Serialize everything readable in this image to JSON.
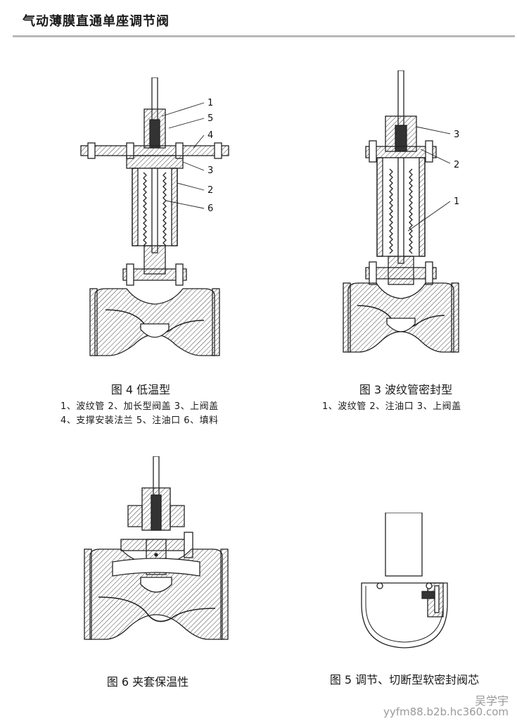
{
  "header": {
    "title": "气动薄膜直通单座调节阀"
  },
  "figures": {
    "fig4": {
      "caption": "图 4 低温型",
      "legend_line1": "1、波纹管 2、加长型阀盖 3、上阀盖",
      "legend_line2": "4、支撑安装法兰 5、注油口 6、填料",
      "callouts": [
        "6",
        "5",
        "4",
        "3",
        "2",
        "1"
      ]
    },
    "fig3": {
      "caption": "图 3 波纹管密封型",
      "legend_line1": "1、波纹管 2、注油口 3、上阀盖",
      "callouts": [
        "3",
        "2",
        "1"
      ]
    },
    "fig6": {
      "caption": "图 6 夹套保温性"
    },
    "fig5": {
      "caption": "图 5 调节、切断型软密封阀芯"
    }
  },
  "watermark": {
    "author": "吴学宇",
    "site": "yyfm88.b2b.hc360.com"
  }
}
